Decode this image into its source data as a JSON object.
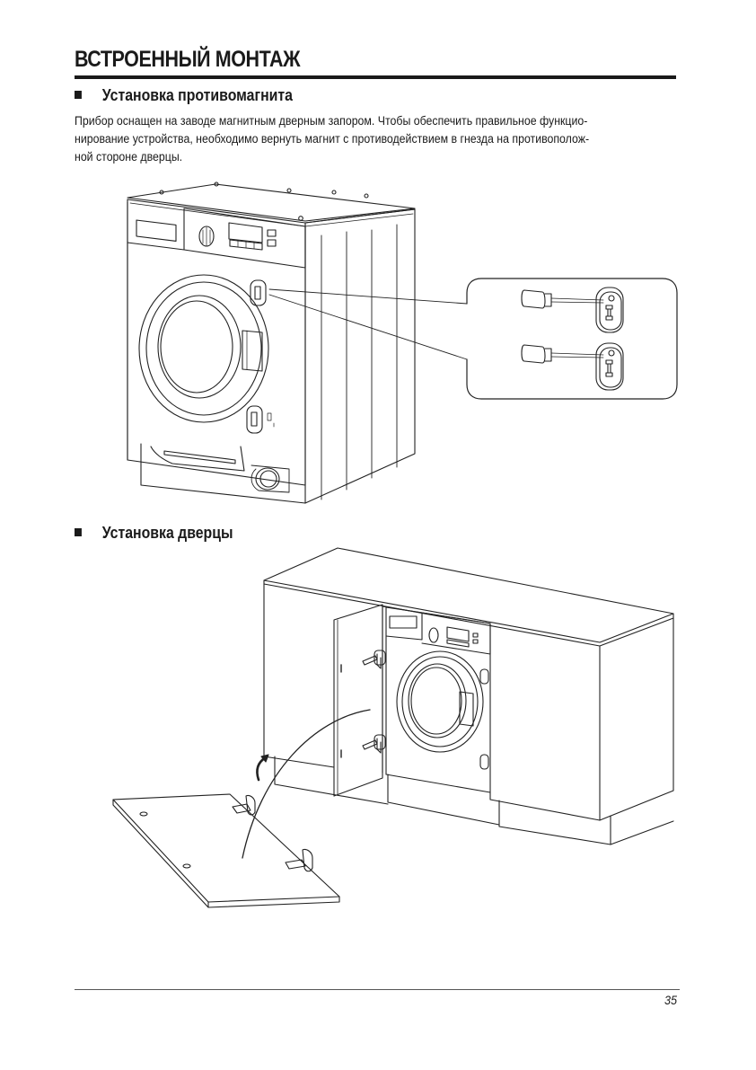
{
  "page": {
    "title": "ВСТРОЕННЫЙ МОНТАЖ",
    "page_number": "35"
  },
  "sections": [
    {
      "heading": "Установка противомагнита",
      "paragraph_lines": [
        "Прибор оснащен на заводе магнитным дверным запором. Чтобы обеспечить правильное функцио-",
        "нирование устройства, необходимо вернуть магнит с противодействием в гнезда на противополож-",
        "ной стороне дверцы."
      ],
      "figure": "washing-machine-magnet-relocation-illustration"
    },
    {
      "heading": "Установка дверцы",
      "figure": "cabinet-door-installation-illustration"
    }
  ]
}
